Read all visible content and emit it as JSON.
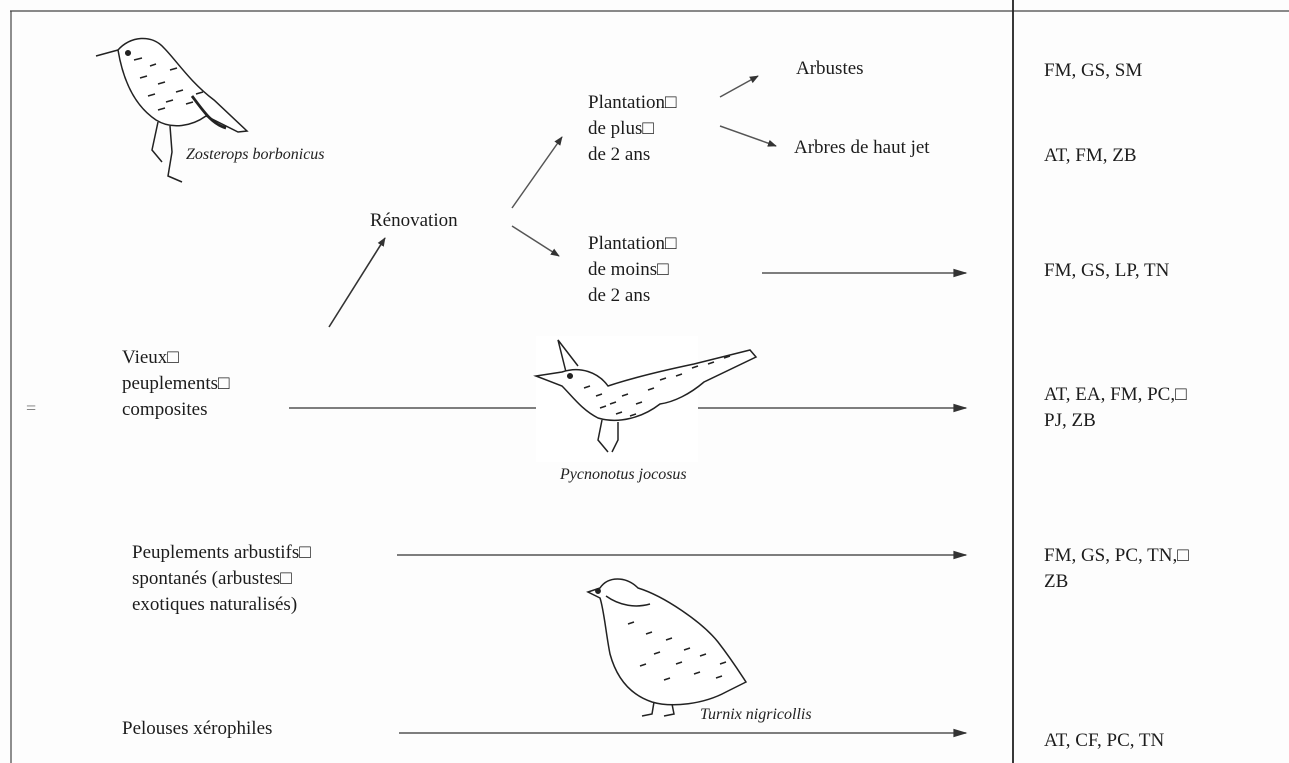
{
  "nodes": {
    "renovation": "Rénovation",
    "plant_plus": "Plantation□\nde plus□\nde 2 ans",
    "plant_moins": "Plantation□\nde moins□\nde 2 ans",
    "arbustes": "Arbustes",
    "arbres": "Arbres de haut jet",
    "vieux": "Vieux□\npeuplements□\ncomposites",
    "peuplements_arbustifs": "Peuplements arbustifs□\nspontanés (arbustes□\nexotiques naturalisés)",
    "pelouses": "Pelouses xérophiles"
  },
  "species": {
    "zosterops": "Zosterops borbonicus",
    "pycnonotus": "Pycnonotus jocosus",
    "turnix": "Turnix nigricollis"
  },
  "codes": {
    "arbustes": "FM, GS, SM",
    "arbres": "AT, FM, ZB",
    "plant_moins": "FM, GS, LP, TN",
    "vieux": "AT, EA, FM, PC,□\nPJ, ZB",
    "peuplements_arbustifs": "FM, GS, PC, TN,□\nZB",
    "pelouses": "AT, CF, PC, TN"
  },
  "margin_mark": "="
}
